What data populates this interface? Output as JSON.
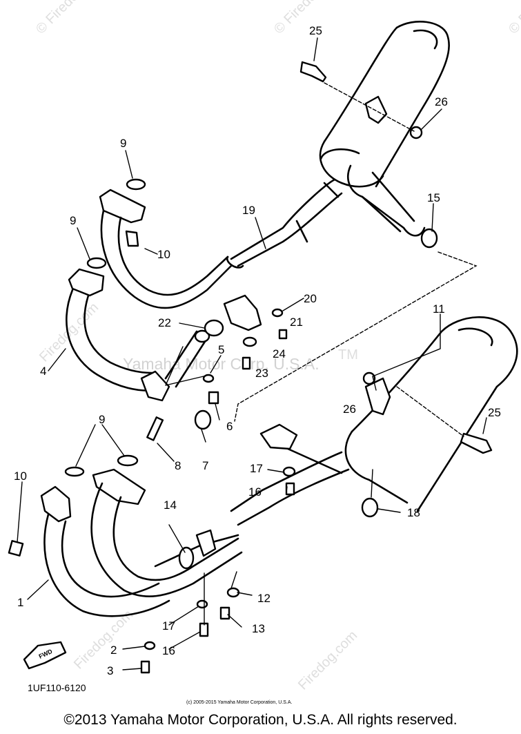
{
  "watermark": {
    "main": "Yamaha Motor Corp, U.S.A.",
    "site": "Firedog.com",
    "site_center": "© Firedog.com",
    "trademark": "TM"
  },
  "diagram_code": "1UF110-6120",
  "fwd_label": "FWD",
  "credit_line": "(c) 2005-2015 Yamaha Motor Corporation, U.S.A.",
  "copyright": "©2013 Yamaha Motor Corporation, U.S.A. All rights reserved.",
  "callouts": {
    "c1": "1",
    "c2": "2",
    "c3": "3",
    "c4": "4",
    "c5": "5",
    "c6": "6",
    "c7": "7",
    "c8": "8",
    "c9a": "9",
    "c9b": "9",
    "c9c": "9",
    "c10a": "10",
    "c10b": "10",
    "c11": "11",
    "c12": "12",
    "c13": "13",
    "c14": "14",
    "c15": "15",
    "c16a": "16",
    "c16b": "16",
    "c17a": "17",
    "c17b": "17",
    "c18": "18",
    "c19": "19",
    "c20": "20",
    "c21": "21",
    "c22": "22",
    "c23": "23",
    "c24": "24",
    "c25a": "25",
    "c25b": "25",
    "c26a": "26",
    "c26b": "26"
  }
}
